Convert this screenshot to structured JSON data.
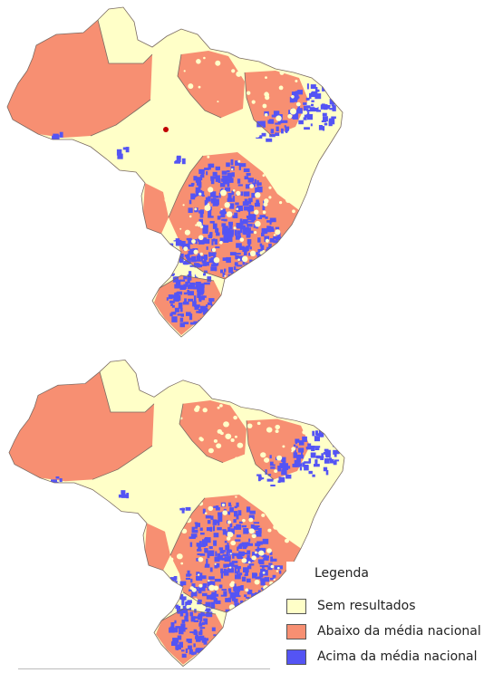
{
  "colors": {
    "sem_resultados": "#ffffc8",
    "abaixo": "#f78f72",
    "acima": "#5454f4",
    "state_border": "#7a6a62",
    "capital_marker": "#c00000"
  },
  "legend": {
    "title": "Legenda",
    "items": [
      {
        "label": "Sem resultados",
        "color": "#ffffc8"
      },
      {
        "label": "Abaixo da média nacional",
        "color": "#f78f72"
      },
      {
        "label": "Acima da média nacional",
        "color": "#5454f4"
      }
    ]
  },
  "maps": [
    {
      "id": "map-top"
    },
    {
      "id": "map-bottom"
    }
  ]
}
